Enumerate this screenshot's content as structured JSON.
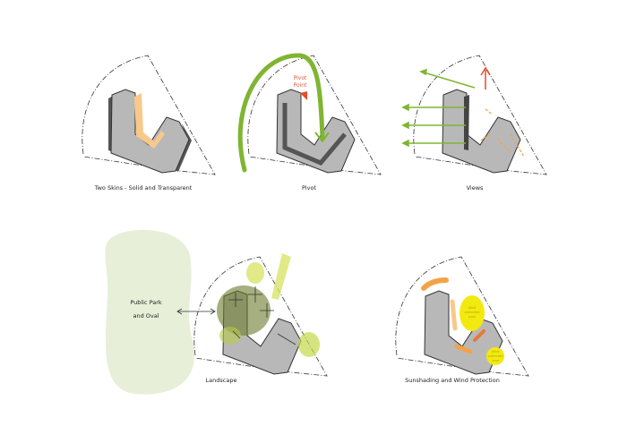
{
  "panels": [
    {
      "label": "Two Skins - Solid and Transparent"
    },
    {
      "label": "Pivot",
      "annotation_line1": "Pivot",
      "annotation_line2": "Point"
    },
    {
      "label": "Views"
    },
    {
      "label": "Landscape",
      "annotation_line1": "Public Park",
      "annotation_line2": "and Oval"
    },
    {
      "label": "Sunshading and Wind Protection",
      "zone_line1": "Wind",
      "zone_line2": "protected",
      "zone_line3": "zone"
    }
  ],
  "colors": {
    "building": "#b9b8b8",
    "green": "#7fb532",
    "orange": "#f4a24a",
    "yellow": "#f2ea0f",
    "park": "#e8efd9",
    "red": "#e84a2a"
  }
}
